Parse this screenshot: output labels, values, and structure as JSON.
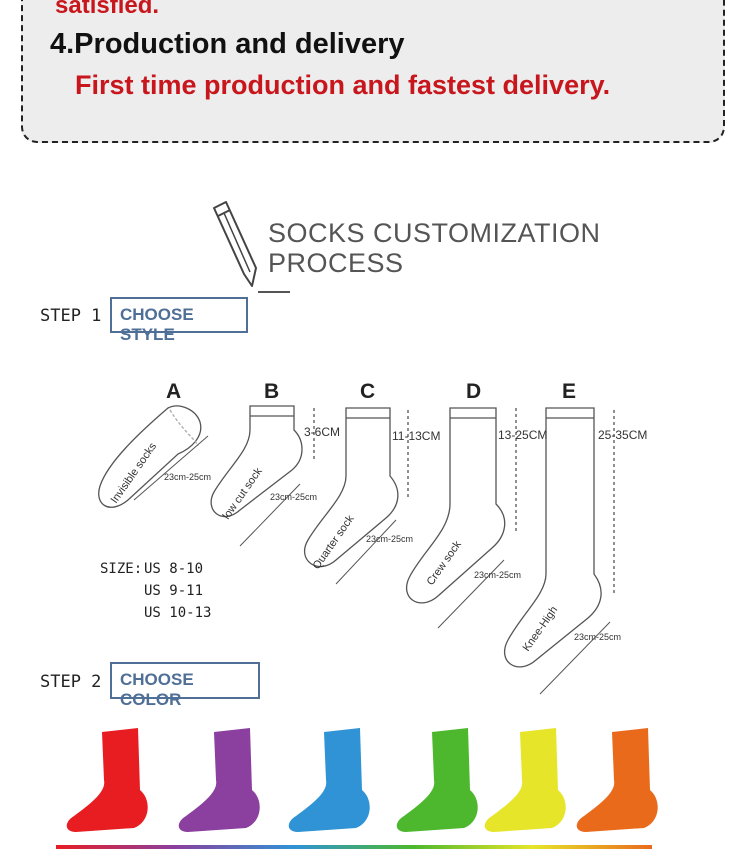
{
  "info": {
    "partial_text": "satisfied.",
    "heading": "4.Production and delivery",
    "description": "First time production and fastest delivery."
  },
  "process": {
    "title_line1": "SOCKS CUSTOMIZATION",
    "title_line2": "PROCESS"
  },
  "step1": {
    "label": "STEP 1",
    "button": "CHOOSE STYLE"
  },
  "step2": {
    "label": "STEP 2",
    "button": "CHOOSE COLOR"
  },
  "styles": [
    {
      "letter": "A",
      "name": "Invisible socks",
      "size": "23cm-25cm",
      "height": ""
    },
    {
      "letter": "B",
      "name": "low cut sock",
      "size": "23cm-25cm",
      "height": "3-6CM"
    },
    {
      "letter": "C",
      "name": "Quarter sock",
      "size": "23cm-25cm",
      "height": "11-13CM"
    },
    {
      "letter": "D",
      "name": "Crew sock",
      "size": "23cm-25cm",
      "height": "13-25CM"
    },
    {
      "letter": "E",
      "name": "Knee-High",
      "size": "23cm-25cm",
      "height": "25-35CM"
    }
  ],
  "sizes": {
    "label": "SIZE:",
    "values": [
      "US 8-10",
      "US 9-11",
      "US 10-13"
    ]
  },
  "colors": [
    "#e81d22",
    "#8b3f9f",
    "#2f93d5",
    "#4db82d",
    "#e6e52a",
    "#ea6a1c"
  ],
  "icons": [
    "pencil-icon"
  ]
}
